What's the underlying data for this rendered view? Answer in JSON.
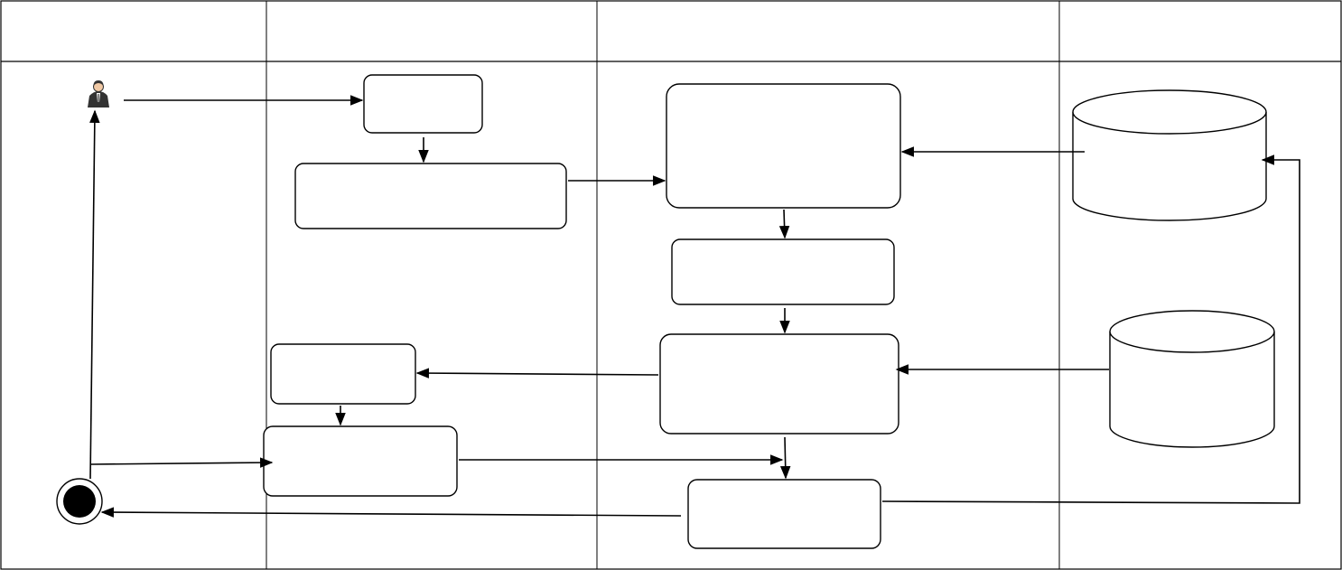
{
  "diagram": {
    "type": "swimlane-activity-diagram",
    "lanes": [
      {
        "id": "lane-1",
        "label": ""
      },
      {
        "id": "lane-2",
        "label": ""
      },
      {
        "id": "lane-3",
        "label": ""
      },
      {
        "id": "lane-4",
        "label": ""
      }
    ],
    "nodes": [
      {
        "id": "actor",
        "kind": "actor-icon",
        "label": ""
      },
      {
        "id": "box-a",
        "kind": "activity",
        "label": ""
      },
      {
        "id": "box-b",
        "kind": "activity",
        "label": ""
      },
      {
        "id": "box-c",
        "kind": "activity",
        "label": ""
      },
      {
        "id": "box-d",
        "kind": "activity",
        "label": ""
      },
      {
        "id": "box-e",
        "kind": "activity",
        "label": ""
      },
      {
        "id": "box-f",
        "kind": "activity",
        "label": ""
      },
      {
        "id": "box-g",
        "kind": "activity",
        "label": ""
      },
      {
        "id": "box-h",
        "kind": "activity",
        "label": ""
      },
      {
        "id": "db-1",
        "kind": "datastore",
        "label": ""
      },
      {
        "id": "db-2",
        "kind": "datastore",
        "label": ""
      },
      {
        "id": "end",
        "kind": "final-node",
        "label": ""
      }
    ],
    "edges": [
      {
        "from": "actor",
        "to": "box-a"
      },
      {
        "from": "box-a",
        "to": "box-b"
      },
      {
        "from": "box-b",
        "to": "box-c"
      },
      {
        "from": "db-1",
        "to": "box-c"
      },
      {
        "from": "box-c",
        "to": "box-d"
      },
      {
        "from": "box-d",
        "to": "box-e"
      },
      {
        "from": "db-2",
        "to": "box-e"
      },
      {
        "from": "box-e",
        "to": "box-f"
      },
      {
        "from": "box-f",
        "to": "box-g"
      },
      {
        "from": "box-g",
        "to": "box-h"
      },
      {
        "from": "box-h",
        "to": "db-1"
      },
      {
        "from": "box-h",
        "to": "end"
      },
      {
        "from": "end",
        "to": "box-g"
      },
      {
        "from": "end",
        "to": "actor"
      }
    ],
    "colors": {
      "stroke": "#000000",
      "background": "#ffffff",
      "final_fill": "#000000"
    }
  }
}
